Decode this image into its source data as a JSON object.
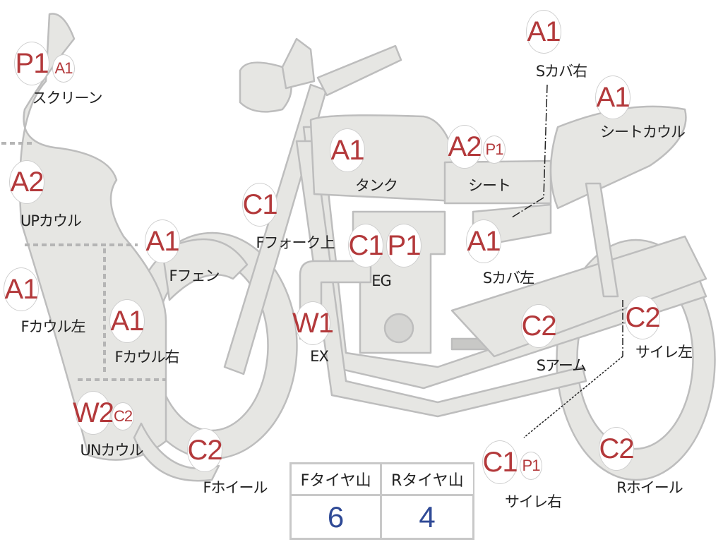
{
  "parts": [
    {
      "name": "スクリーン",
      "grades": [
        "P1",
        "A1"
      ]
    },
    {
      "name": "UPカウル",
      "grades": [
        "A2"
      ]
    },
    {
      "name": "Fカウル左",
      "grades": [
        "A1"
      ]
    },
    {
      "name": "Fカウル右",
      "grades": [
        "A1"
      ]
    },
    {
      "name": "UNカウル",
      "grades": [
        "W2",
        "C2"
      ]
    },
    {
      "name": "Fフェン",
      "grades": [
        "A1"
      ]
    },
    {
      "name": "Fフォーク上",
      "grades": [
        "C1"
      ]
    },
    {
      "name": "EX",
      "grades": [
        "W1"
      ]
    },
    {
      "name": "Fホイール",
      "grades": [
        "C2"
      ]
    },
    {
      "name": "タンク",
      "grades": [
        "A1"
      ]
    },
    {
      "name": "EG",
      "grades": [
        "C1",
        "P1"
      ]
    },
    {
      "name": "シート",
      "grades": [
        "A2",
        "P1"
      ]
    },
    {
      "name": "Sカバ右",
      "grades": [
        "A1"
      ]
    },
    {
      "name": "シートカウル",
      "grades": [
        "A1"
      ]
    },
    {
      "name": "Sカバ左",
      "grades": [
        "A1"
      ]
    },
    {
      "name": "Sアーム",
      "grades": [
        "C2"
      ]
    },
    {
      "name": "サイレ左",
      "grades": [
        "C2"
      ]
    },
    {
      "name": "サイレ右",
      "grades": [
        "C1",
        "P1"
      ]
    },
    {
      "name": "Rホイール",
      "grades": [
        "C2"
      ]
    }
  ],
  "tire_table": {
    "headers": [
      "Fタイヤ山",
      "Rタイヤ山"
    ],
    "values": [
      "6",
      "4"
    ]
  },
  "colors": {
    "grade": "#b3393b",
    "value": "#2f4a96",
    "body": "#e6e6e3",
    "outline": "#bdbdbd"
  }
}
